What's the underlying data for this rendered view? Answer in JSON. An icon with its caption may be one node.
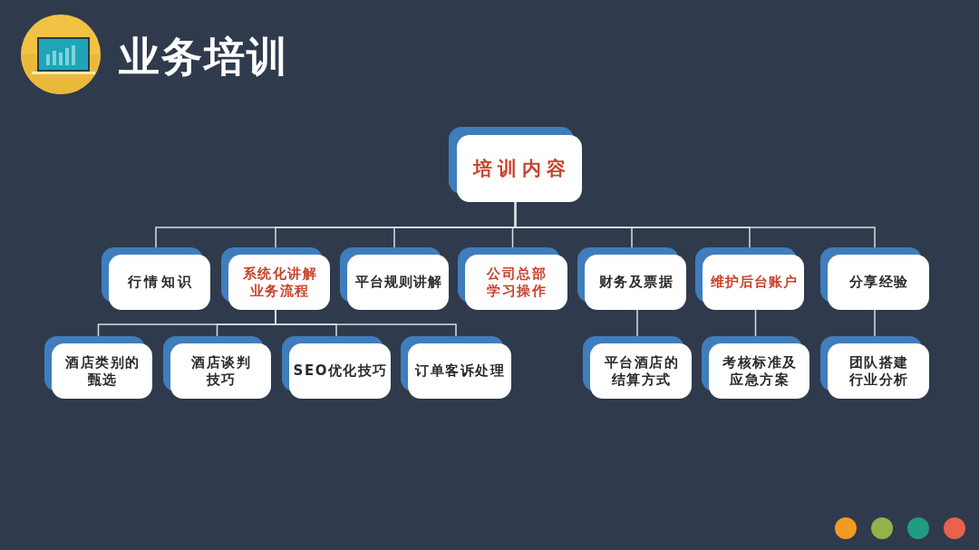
{
  "diagram": {
    "title": "业务培训",
    "nodes": [
      {
        "text": [
          "培训内容"
        ]
      },
      {
        "text": [
          "行情知识"
        ]
      },
      {
        "text": [
          "系统化讲解业务流程"
        ]
      },
      {
        "text": [
          "平台规则讲解"
        ]
      },
      {
        "text": [
          "公司总部学习操作"
        ]
      },
      {
        "text": [
          "财务及票据"
        ]
      },
      {
        "text": [
          "维护后台账户"
        ]
      },
      {
        "text": [
          "分享经验"
        ]
      },
      {
        "text": [
          "酒店类别的甄选"
        ]
      },
      {
        "text": [
          "酒店谈判技巧"
        ]
      },
      {
        "text": [
          "SEO优化技巧"
        ]
      },
      {
        "text": [
          "订单客诉处理"
        ]
      },
      {
        "text": [
          "平台酒店的结算方式"
        ]
      },
      {
        "text": [
          "考核标准及应急方案"
        ]
      },
      {
        "text": [
          "团队搭建行业分析"
        ]
      }
    ],
    "edges": [
      {
        "from": 0,
        "to": 1,
        "arrow": "none"
      },
      {
        "from": 0,
        "to": 2,
        "arrow": "none"
      },
      {
        "from": 0,
        "to": 3,
        "arrow": "none"
      },
      {
        "from": 0,
        "to": 4,
        "arrow": "none"
      },
      {
        "from": 0,
        "to": 5,
        "arrow": "none"
      },
      {
        "from": 0,
        "to": 6,
        "arrow": "none"
      },
      {
        "from": 0,
        "to": 7,
        "arrow": "none"
      },
      {
        "from": 2,
        "to": 8,
        "arrow": "none"
      },
      {
        "from": 2,
        "to": 9,
        "arrow": "none"
      },
      {
        "from": 2,
        "to": 10,
        "arrow": "none"
      },
      {
        "from": 2,
        "to": 11,
        "arrow": "none"
      },
      {
        "from": 5,
        "to": 12,
        "arrow": "none"
      },
      {
        "from": 6,
        "to": 13,
        "arrow": "none"
      },
      {
        "from": 7,
        "to": 14,
        "arrow": "none"
      }
    ]
  }
}
